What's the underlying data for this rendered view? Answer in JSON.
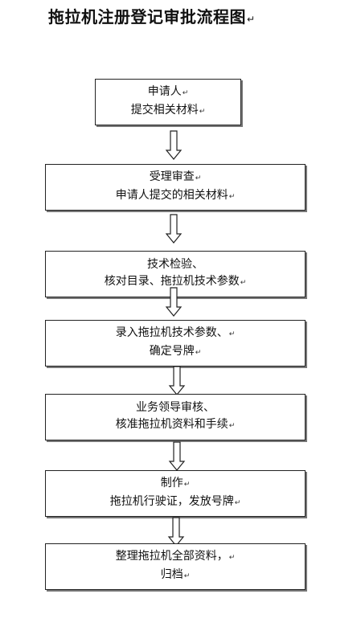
{
  "title": "拖拉机注册登记审批流程图",
  "paragraph_mark": "↵",
  "steps": [
    {
      "lines": [
        "申请人",
        "提交相关材料"
      ]
    },
    {
      "lines": [
        "受理审查",
        "申请人提交的相关材料"
      ]
    },
    {
      "lines": [
        "技术检验、",
        "核对目录、拖拉机技术参数"
      ]
    },
    {
      "lines": [
        "录入拖拉机技术参数、",
        "确定号牌"
      ]
    },
    {
      "lines": [
        "业务领导审核、",
        "核准拖拉机资料和手续"
      ]
    },
    {
      "lines": [
        "制作",
        "拖拉机行驶证，发放号牌"
      ]
    },
    {
      "lines": [
        "整理拖拉机全部资料，",
        "归档"
      ]
    }
  ]
}
